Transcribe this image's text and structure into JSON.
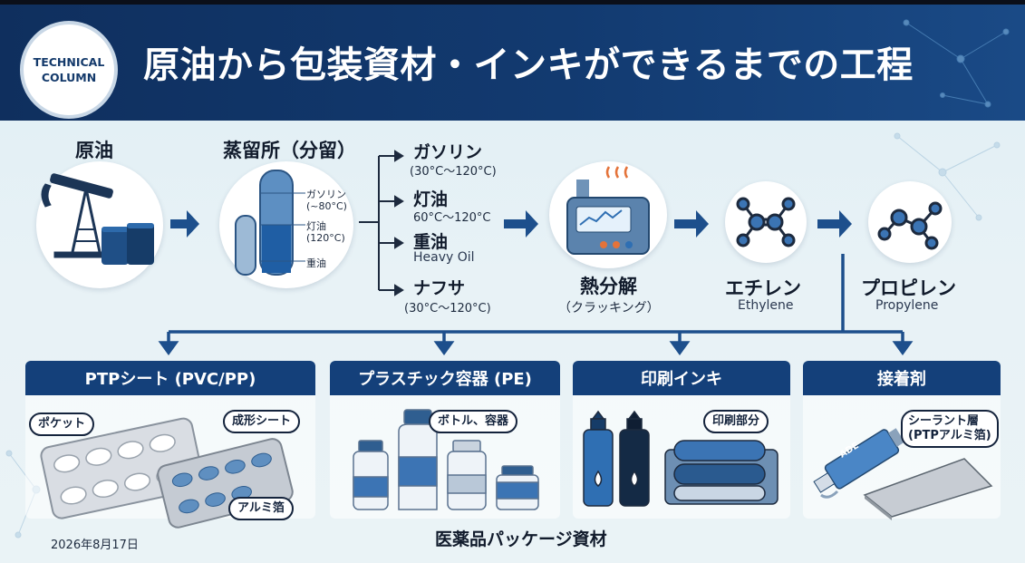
{
  "badge": {
    "line1": "TECHNICAL",
    "line2": "COLUMN"
  },
  "title": "原油から包装資材・インキができるまでの工程",
  "flow": {
    "crude": "原油",
    "distill": "蒸留所（分留）",
    "tower_labels": [
      "ガソリン",
      "(~80°C)",
      "灯油",
      "(120°C)",
      "重油"
    ],
    "fractions": [
      {
        "name": "ガソリン",
        "sub": "(30°C〜120°C)"
      },
      {
        "name": "灯油",
        "sub": "60°C〜120°C"
      },
      {
        "name": "重油",
        "sub": "Heavy Oil"
      },
      {
        "name": "ナフサ",
        "sub": "(30°C〜120°C)"
      }
    ],
    "cracking": {
      "name": "熱分解",
      "sub": "（クラッキング）"
    },
    "ethylene": {
      "name": "エチレン",
      "en": "Ethylene"
    },
    "propylene": {
      "name": "プロピレン",
      "en": "Propylene"
    }
  },
  "categories": [
    {
      "title": "PTPシート (PVC/PP)",
      "callouts": [
        "ポケット",
        "成形シート",
        "アルミ箔"
      ]
    },
    {
      "title": "プラスチック容器 (PE)",
      "callouts": [
        "ボトル、容器"
      ]
    },
    {
      "title": "印刷インキ",
      "callouts": [
        "印刷部分"
      ]
    },
    {
      "title": "接着剤",
      "callouts": [
        "シーラント層",
        "(PTPアルミ箔)"
      ],
      "tube_label": "ADE"
    }
  ],
  "footer": "医薬品パッケージ資材",
  "date": "2026年8月17日",
  "colors": {
    "navy": "#14407a",
    "header": "#0f2f5e",
    "accent_blue": "#2f6fb3"
  }
}
